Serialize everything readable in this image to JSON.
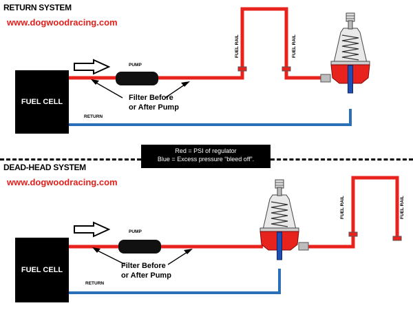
{
  "colors": {
    "pressure_line": "#e8231e",
    "return_line": "#2a6fb8",
    "site_text": "#e0201c"
  },
  "return_system": {
    "heading": "RETURN SYSTEM",
    "website": "www.dogwoodracing.com",
    "fuel_cell_label": "FUEL CELL",
    "pump_label": "PUMP",
    "filter_line1": "Filter Before",
    "filter_line2": "or After Pump",
    "return_label": "RETURN",
    "fuel_rail_left": "FUEL RAIL",
    "fuel_rail_right": "FUEL RAIL"
  },
  "legend": {
    "line1": "Red = PSI of regulator",
    "line2": "Blue = Excess pressure “bleed off”."
  },
  "dead_head_system": {
    "heading": "DEAD-HEAD SYSTEM",
    "website": "www.dogwoodracing.com",
    "fuel_cell_label": "FUEL CELL",
    "pump_label": "PUMP",
    "filter_line1": "Filter Before",
    "filter_line2": "or After Pump",
    "return_label": "RETURN",
    "fuel_rail_left": "FUEL RAIL",
    "fuel_rail_right": "FUEL RAIL"
  }
}
